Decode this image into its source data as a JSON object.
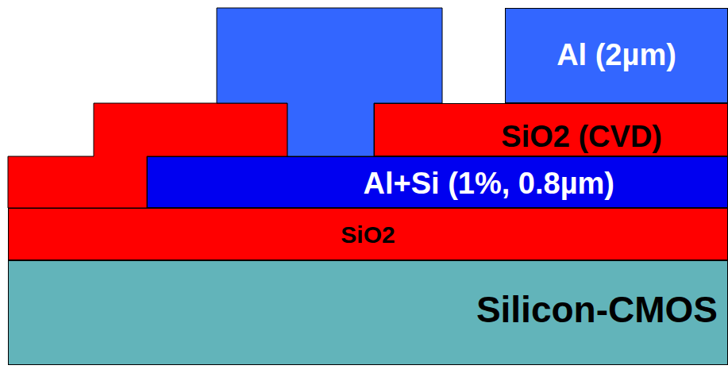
{
  "diagram": {
    "nodes": [
      {
        "text": [
          "Al (2µm)"
        ]
      },
      {
        "text": [
          "SiO2 (CVD)"
        ]
      },
      {
        "text": [
          "Al+Si (1%, 0.8µm)"
        ]
      },
      {
        "text": [
          "SiO2"
        ]
      },
      {
        "text": [
          "Silicon-CMOS"
        ]
      }
    ]
  }
}
